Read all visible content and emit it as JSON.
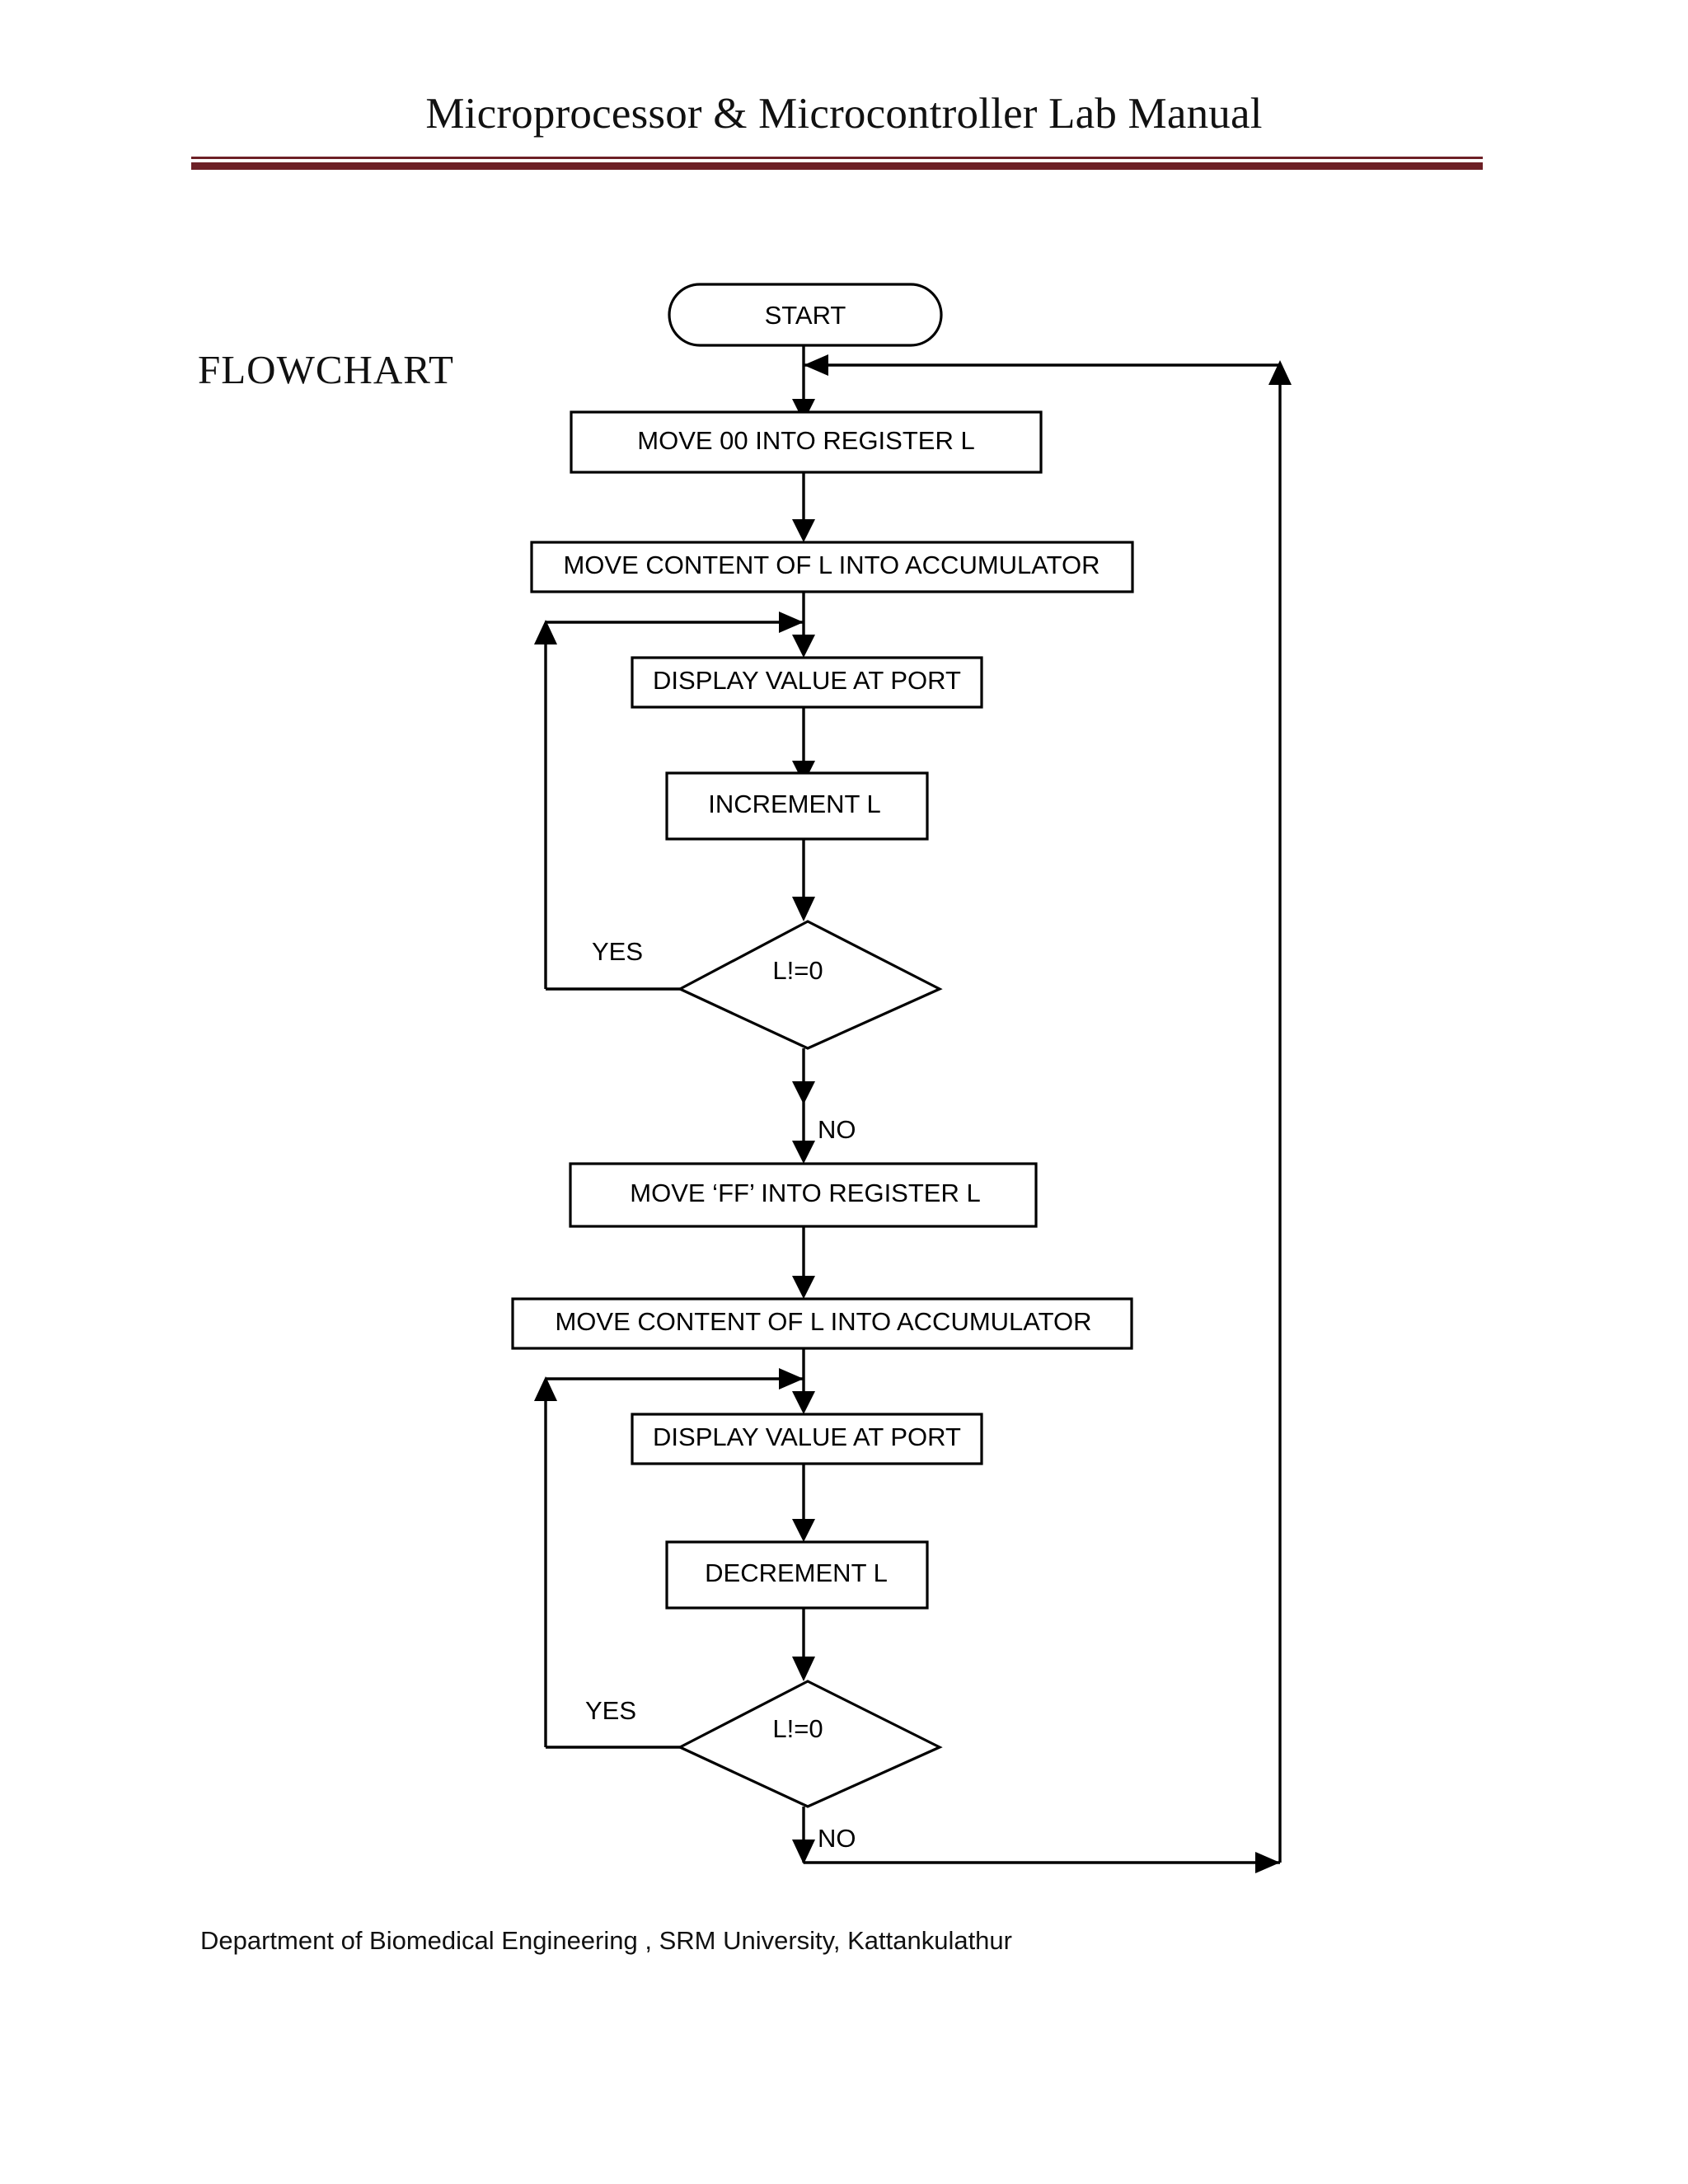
{
  "page": {
    "header_title": "Microprocessor & Microcontroller Lab Manual",
    "section_label": "FLOWCHART",
    "footer": "Department of Biomedical Engineering , SRM University, Kattankulathur",
    "rule_color": "#6d2026",
    "ink_color": "#000000",
    "background": "#ffffff"
  },
  "flowchart": {
    "type": "flowchart",
    "nodes": [
      {
        "id": "start",
        "shape": "terminator",
        "label": "START"
      },
      {
        "id": "mov-l-00",
        "shape": "process",
        "label": "MOVE 00 INTO REGISTER L"
      },
      {
        "id": "mov-a-l-1",
        "shape": "process",
        "label": "MOVE CONTENT OF L INTO ACCUMULATOR"
      },
      {
        "id": "display-1",
        "shape": "process",
        "label": "DISPLAY VALUE AT PORT"
      },
      {
        "id": "increment-l",
        "shape": "process",
        "label": "INCREMENT L"
      },
      {
        "id": "decision-1",
        "shape": "decision",
        "label": "L!=0"
      },
      {
        "id": "mov-l-ff",
        "shape": "process",
        "label": "MOVE ‘FF’ INTO REGISTER L"
      },
      {
        "id": "mov-a-l-2",
        "shape": "process",
        "label": "MOVE CONTENT OF L INTO ACCUMULATOR"
      },
      {
        "id": "display-2",
        "shape": "process",
        "label": "DISPLAY VALUE AT PORT"
      },
      {
        "id": "decrement-l",
        "shape": "process",
        "label": "DECREMENT L"
      },
      {
        "id": "decision-2",
        "shape": "decision",
        "label": "L!=0"
      }
    ],
    "edges": [
      {
        "from": "start",
        "to": "mov-l-00",
        "label": ""
      },
      {
        "from": "mov-l-00",
        "to": "mov-a-l-1",
        "label": ""
      },
      {
        "from": "mov-a-l-1",
        "to": "display-1",
        "label": ""
      },
      {
        "from": "display-1",
        "to": "increment-l",
        "label": ""
      },
      {
        "from": "increment-l",
        "to": "decision-1",
        "label": ""
      },
      {
        "from": "decision-1",
        "to": "display-1",
        "label": "YES"
      },
      {
        "from": "decision-1",
        "to": "mov-l-ff",
        "label": "NO"
      },
      {
        "from": "mov-l-ff",
        "to": "mov-a-l-2",
        "label": ""
      },
      {
        "from": "mov-a-l-2",
        "to": "display-2",
        "label": ""
      },
      {
        "from": "display-2",
        "to": "decrement-l",
        "label": ""
      },
      {
        "from": "decrement-l",
        "to": "decision-2",
        "label": ""
      },
      {
        "from": "decision-2",
        "to": "display-2",
        "label": "YES"
      },
      {
        "from": "decision-2",
        "to": "mov-l-00",
        "label": "NO"
      }
    ],
    "edge_labels": {
      "yes_1": "YES",
      "no_1": "NO",
      "yes_2": "YES",
      "no_2": "NO"
    }
  }
}
